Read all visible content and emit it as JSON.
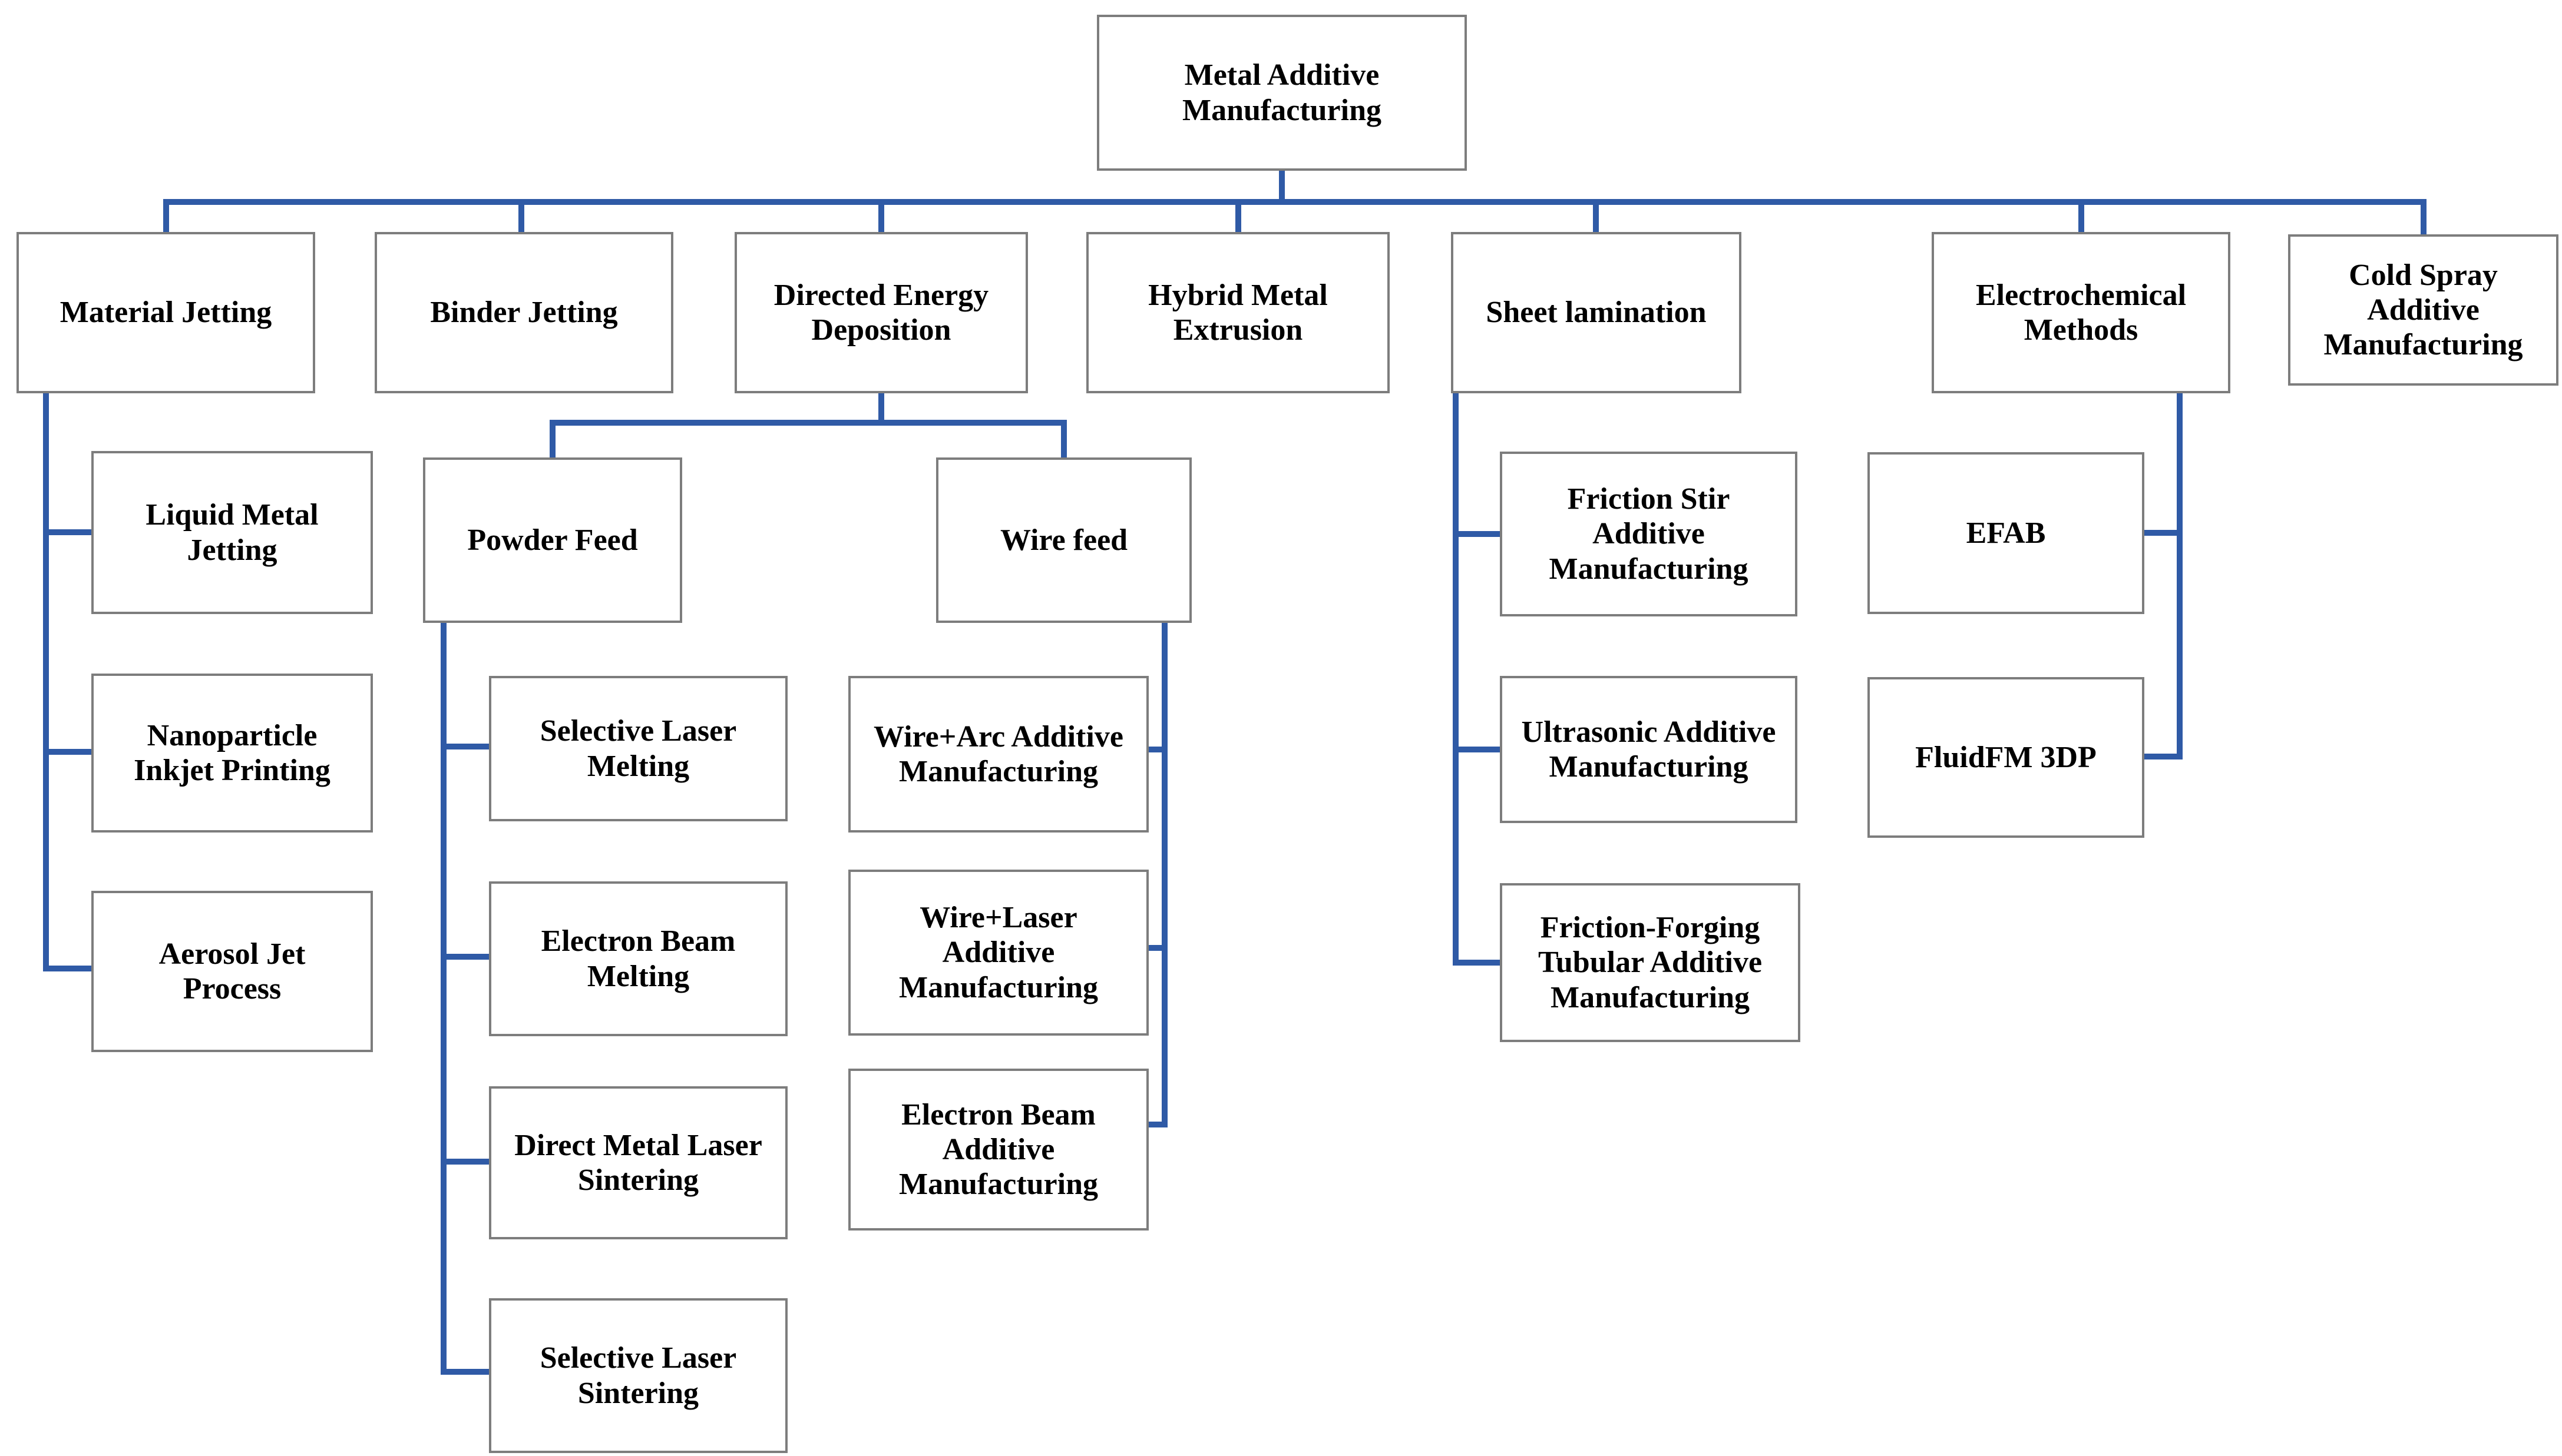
{
  "diagram": {
    "title": "Metal Additive Manufacturing taxonomy",
    "type": "tree-diagram",
    "colors": {
      "connector_blue": "#2f5aa6",
      "box_border_gray": "#7d7d7d",
      "text_black": "#000000",
      "background": "#ffffff"
    },
    "nodes": {
      "root": {
        "label": "Metal Additive\nManufacturing"
      },
      "material_jetting": {
        "label": "Material Jetting"
      },
      "binder_jetting": {
        "label": "Binder Jetting"
      },
      "directed_energy_deposition": {
        "label": "Directed Energy\nDeposition"
      },
      "hybrid_metal_extrusion": {
        "label": "Hybrid Metal\nExtrusion"
      },
      "sheet_lamination": {
        "label": "Sheet lamination"
      },
      "electrochemical_methods": {
        "label": "Electrochemical\nMethods"
      },
      "cold_spray": {
        "label": "Cold Spray\nAdditive\nManufacturing"
      },
      "liquid_metal_jetting": {
        "label": "Liquid Metal\nJetting"
      },
      "nanoparticle_inkjet": {
        "label": "Nanoparticle\nInkjet Printing"
      },
      "aerosol_jet": {
        "label": "Aerosol Jet\nProcess"
      },
      "powder_feed": {
        "label": "Powder Feed"
      },
      "wire_feed": {
        "label": "Wire feed"
      },
      "slm": {
        "label": "Selective Laser\nMelting"
      },
      "ebm": {
        "label": "Electron Beam\nMelting"
      },
      "dmls": {
        "label": "Direct Metal Laser\nSintering"
      },
      "sls": {
        "label": "Selective Laser\nSintering"
      },
      "waam": {
        "label": "Wire+Arc Additive\nManufacturing"
      },
      "wlam": {
        "label": "Wire+Laser\nAdditive\nManufacturing"
      },
      "ebam": {
        "label": "Electron Beam\nAdditive\nManufacturing"
      },
      "fsam": {
        "label": "Friction Stir\nAdditive\nManufacturing"
      },
      "uam": {
        "label": "Ultrasonic Additive\nManufacturing"
      },
      "fftam": {
        "label": "Friction-Forging\nTubular Additive\nManufacturing"
      },
      "efab": {
        "label": "EFAB"
      },
      "fluidfm": {
        "label": "FluidFM 3DP"
      }
    },
    "hierarchy": {
      "root": [
        "material_jetting",
        "binder_jetting",
        "directed_energy_deposition",
        "hybrid_metal_extrusion",
        "sheet_lamination",
        "electrochemical_methods",
        "cold_spray"
      ],
      "material_jetting": [
        "liquid_metal_jetting",
        "nanoparticle_inkjet",
        "aerosol_jet"
      ],
      "directed_energy_deposition": [
        "powder_feed",
        "wire_feed"
      ],
      "powder_feed": [
        "slm",
        "ebm",
        "dmls",
        "sls"
      ],
      "wire_feed": [
        "waam",
        "wlam",
        "ebam"
      ],
      "sheet_lamination": [
        "fsam",
        "uam",
        "fftam"
      ],
      "electrochemical_methods": [
        "efab",
        "fluidfm"
      ]
    }
  }
}
